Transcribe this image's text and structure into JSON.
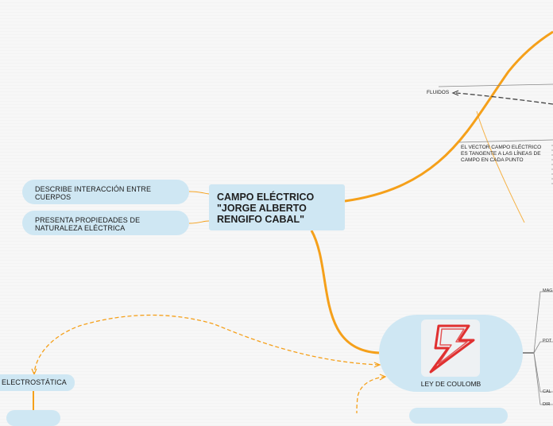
{
  "main_topic": {
    "title": "CAMPO ELÉCTRICO \"JORGE ALBERTO RENGIFO CABAL\""
  },
  "left_nodes": [
    {
      "label": "DESCRIBE INTERACCIÓN ENTRE CUERPOS"
    },
    {
      "label": "PRESENTA PROPIEDADES DE NATURALEZA ELÉCTRICA"
    }
  ],
  "right_nodes": {
    "fluidos": "FLUIDOS",
    "vector_text": "EL VECTOR CAMPO ELÉCTRICO ES TANGENTE A LAS LÍNEAS DE CAMPO EN CADA PUNTO"
  },
  "coulomb": {
    "label": "LEY DE COULOMB",
    "icon": "lightning-bolt-icon",
    "branches": [
      "MAG",
      "POT",
      "CAL",
      "DIR"
    ]
  },
  "electrostatica": {
    "label": "ELECTROSTÁTICA"
  },
  "colors": {
    "connector": "#f5a01a",
    "node_fill": "#cfe7f3",
    "bolt": "#e03030"
  }
}
